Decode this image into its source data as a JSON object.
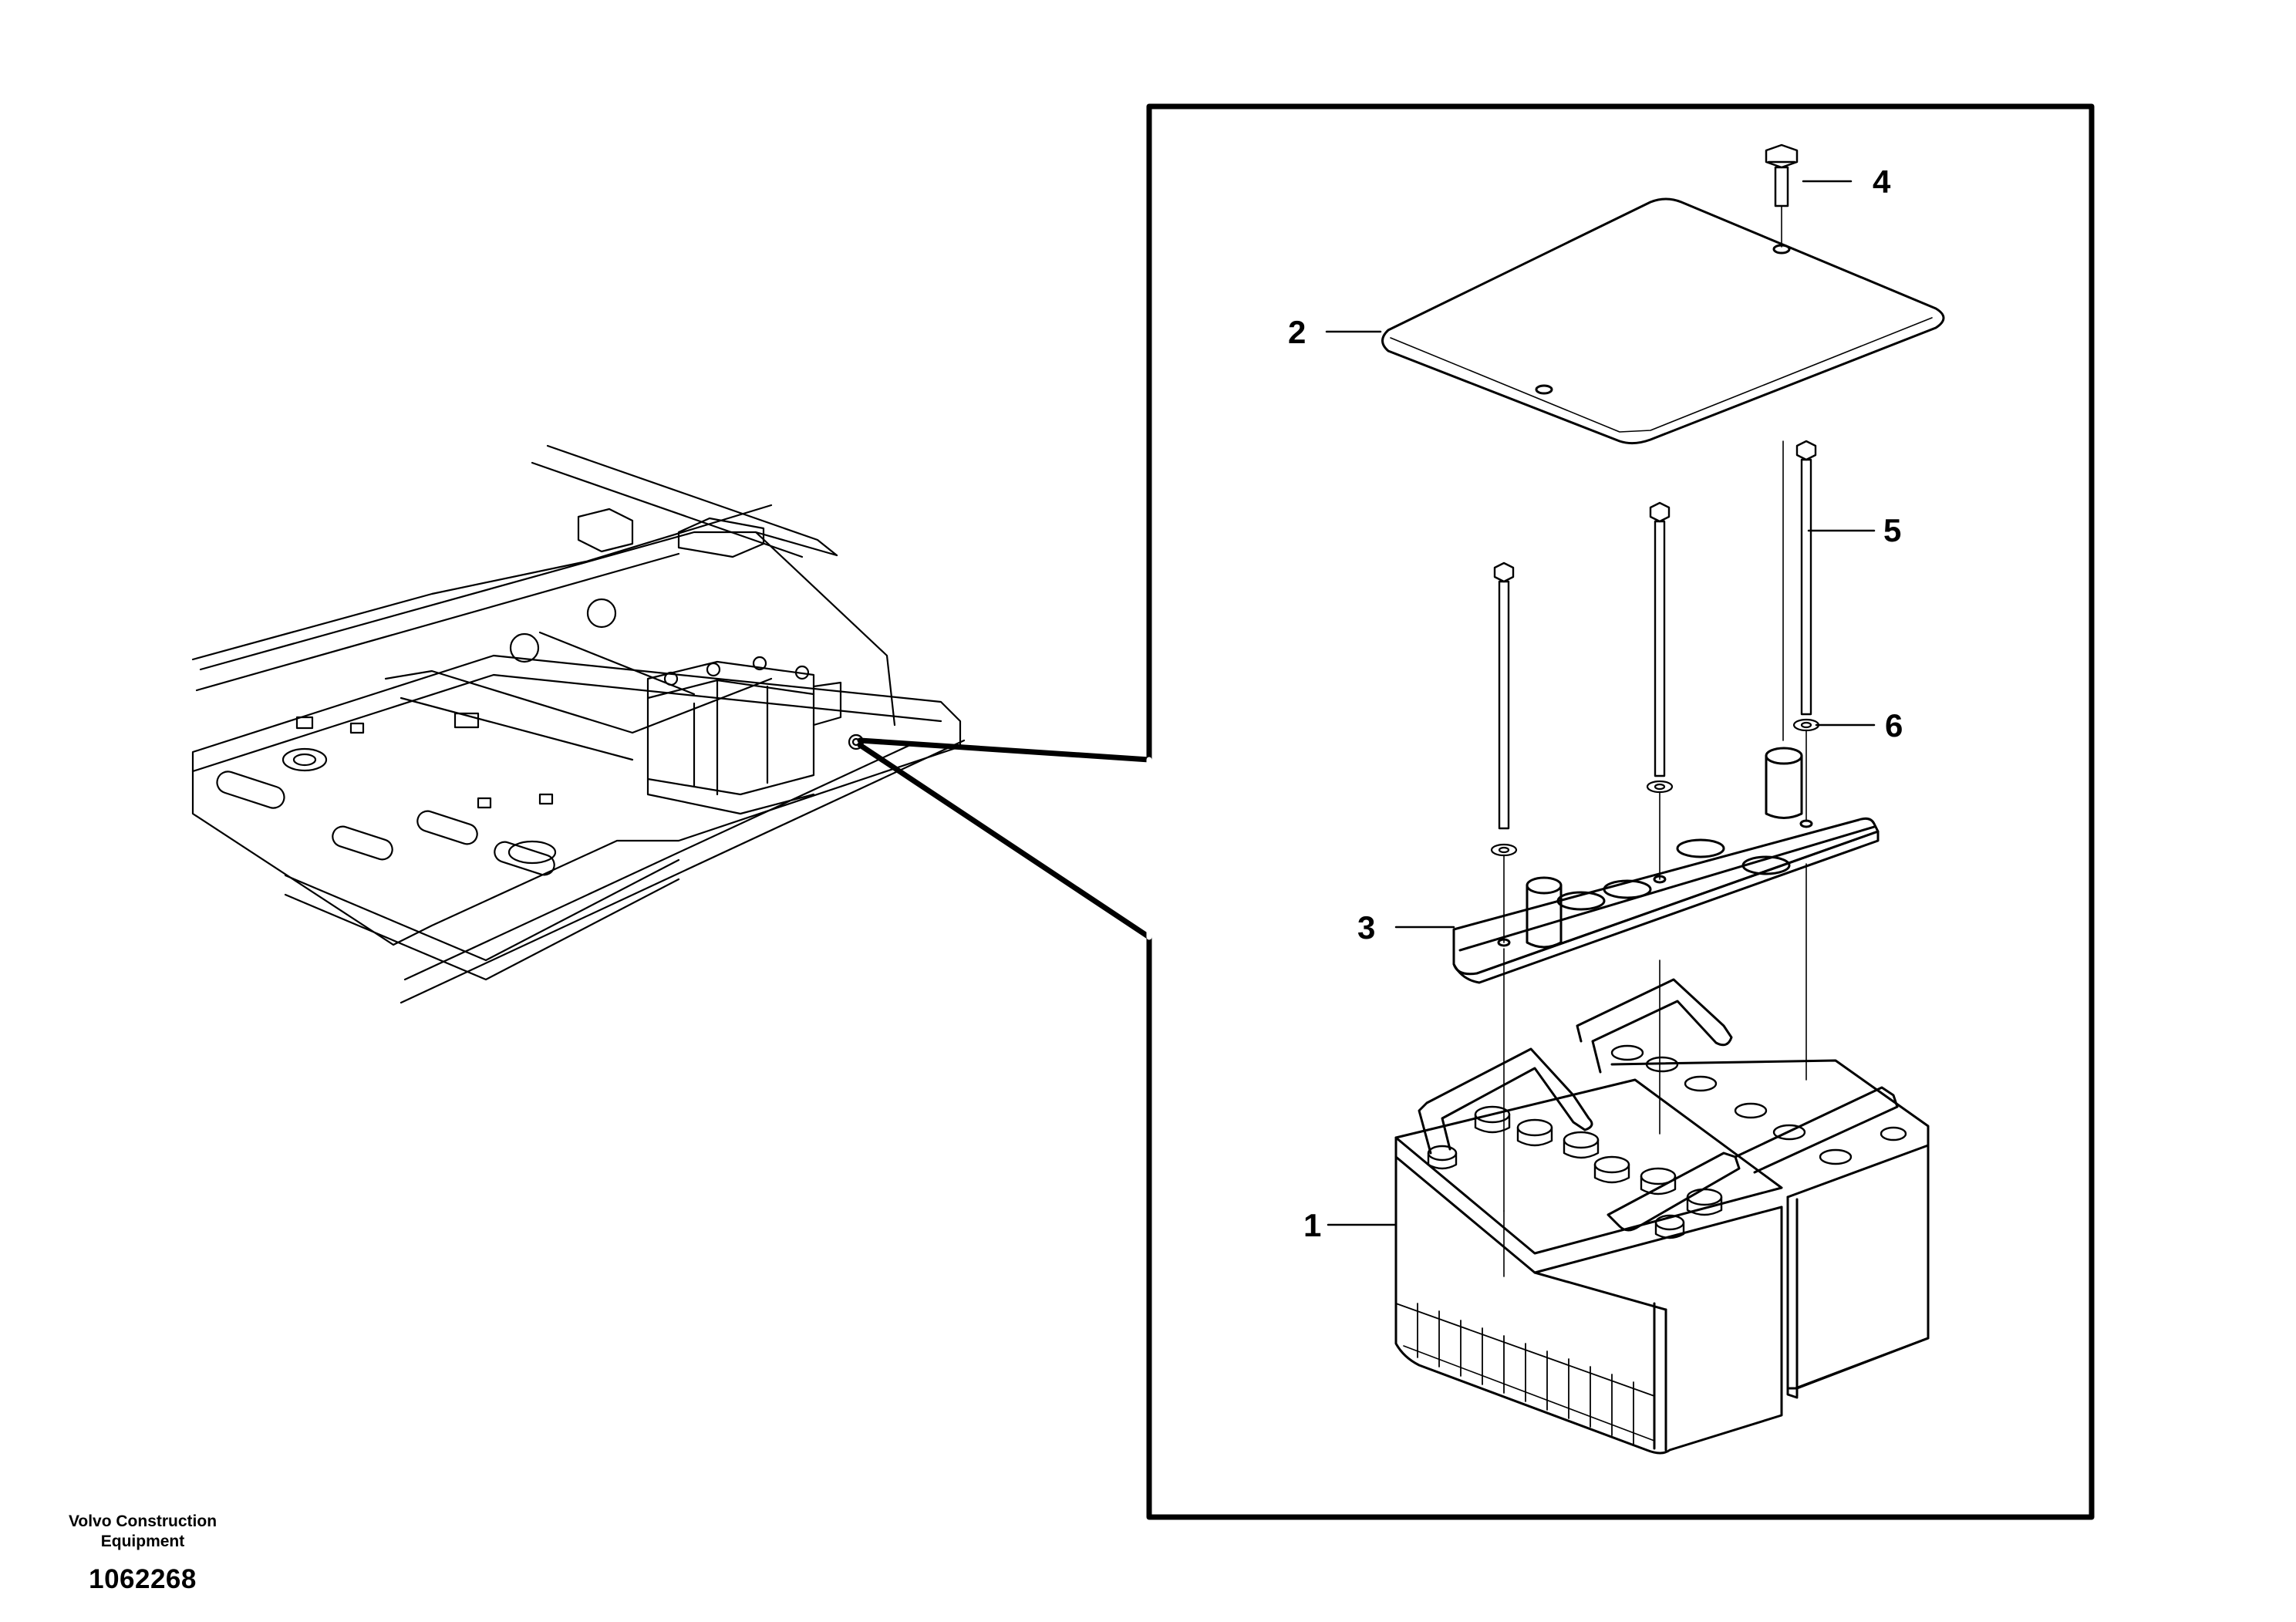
{
  "callouts": [
    "1",
    "2",
    "3",
    "4",
    "5",
    "6"
  ],
  "footer": {
    "brand_line1": "Volvo Construction",
    "brand_line2": "Equipment",
    "document_number": "1062268"
  }
}
